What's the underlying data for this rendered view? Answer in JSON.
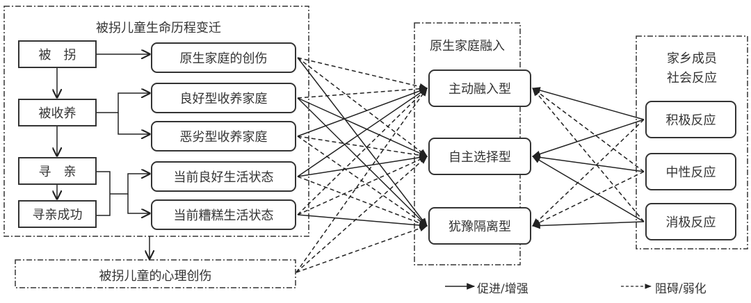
{
  "groups": {
    "life_course": {
      "title": "被拐儿童生命历程变迁"
    },
    "integration": {
      "title": "原生家庭融入"
    },
    "hometown": {
      "title_line1": "家乡成员",
      "title_line2": "社会反应"
    },
    "trauma": {
      "label": "被拐儿童的心理创伤"
    }
  },
  "stages": [
    {
      "id": "abducted",
      "label": "被　拐"
    },
    {
      "id": "adopted",
      "label": "被收养"
    },
    {
      "id": "search",
      "label": "寻　亲"
    },
    {
      "id": "found",
      "label": "寻亲成功"
    }
  ],
  "factors": [
    {
      "id": "f1",
      "label": "原生家庭的创伤"
    },
    {
      "id": "f2",
      "label": "良好型收养家庭"
    },
    {
      "id": "f3",
      "label": "恶劣型收养家庭"
    },
    {
      "id": "f4",
      "label": "当前良好生活状态"
    },
    {
      "id": "f5",
      "label": "当前糟糕生活状态"
    }
  ],
  "types": [
    {
      "id": "t1",
      "label": "主动融入型"
    },
    {
      "id": "t2",
      "label": "自主选择型"
    },
    {
      "id": "t3",
      "label": "犹豫隔离型"
    }
  ],
  "reactions": [
    {
      "id": "r1",
      "label": "积极反应"
    },
    {
      "id": "r2",
      "label": "中性反应"
    },
    {
      "id": "r3",
      "label": "消极反应"
    }
  ],
  "edges": [
    {
      "from": "f1",
      "to": "t1",
      "style": "dashed"
    },
    {
      "from": "f1",
      "to": "t2",
      "style": "dashed"
    },
    {
      "from": "f1",
      "to": "t3",
      "style": "solid"
    },
    {
      "from": "f2",
      "to": "t1",
      "style": "dashed"
    },
    {
      "from": "f2",
      "to": "t2",
      "style": "solid"
    },
    {
      "from": "f2",
      "to": "t3",
      "style": "solid"
    },
    {
      "from": "f3",
      "to": "t1",
      "style": "solid"
    },
    {
      "from": "f3",
      "to": "t2",
      "style": "dashed"
    },
    {
      "from": "f3",
      "to": "t3",
      "style": "dashed"
    },
    {
      "from": "f4",
      "to": "t1",
      "style": "solid"
    },
    {
      "from": "f4",
      "to": "t2",
      "style": "solid"
    },
    {
      "from": "f4",
      "to": "t3",
      "style": "dashed"
    },
    {
      "from": "f5",
      "to": "t1",
      "style": "dashed"
    },
    {
      "from": "f5",
      "to": "t2",
      "style": "dashed"
    },
    {
      "from": "f5",
      "to": "t3",
      "style": "solid"
    },
    {
      "from": "trauma",
      "to": "t1",
      "style": "dashed"
    },
    {
      "from": "trauma",
      "to": "t2",
      "style": "dashed"
    },
    {
      "from": "trauma",
      "to": "t3",
      "style": "dashed"
    },
    {
      "from": "r1",
      "to": "t1",
      "style": "solid"
    },
    {
      "from": "r1",
      "to": "t2",
      "style": "solid"
    },
    {
      "from": "r1",
      "to": "t3",
      "style": "dashed"
    },
    {
      "from": "r2",
      "to": "t1",
      "style": "dashed"
    },
    {
      "from": "r2",
      "to": "t2",
      "style": "solid"
    },
    {
      "from": "r2",
      "to": "t3",
      "style": "dashed"
    },
    {
      "from": "r3",
      "to": "t1",
      "style": "dashed"
    },
    {
      "from": "r3",
      "to": "t2",
      "style": "solid"
    },
    {
      "from": "r3",
      "to": "t3",
      "style": "solid"
    }
  ],
  "legend": {
    "solid_label": "促进/增强",
    "dashed_label": "阻碍/弱化"
  }
}
